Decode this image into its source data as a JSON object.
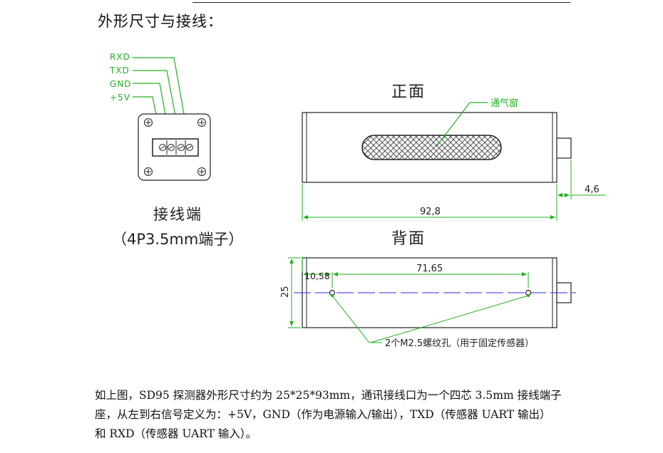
{
  "heading": "外形尺寸与接线：",
  "connector": {
    "pins": [
      "RXD",
      "TXD",
      "GND",
      "+5V"
    ],
    "title": "接线端",
    "subtitle": "（4P3.5mm端子）"
  },
  "front_view": {
    "title": "正面",
    "vent_label": "通气窗",
    "dim_length": "92,8",
    "dim_stub": "4,6"
  },
  "back_view": {
    "title": "背面",
    "dim_offset": "10,58",
    "dim_spacing": "71,65",
    "dim_height": "25",
    "holes_label": "2个M2.5螺纹孔（用于固定传感器）"
  },
  "description": {
    "line1": "如上图，SD95 探测器外形尺寸约为 25*25*93mm，通讯接线口为一个四芯 3.5mm 接线端子",
    "line2": "座，从左到右信号定义为：+5V，GND（作为电源输入/输出），TXD（传感器 UART 输出）",
    "line3": "和 RXD（传感器 UART 输入）。"
  },
  "colors": {
    "leader_green": "#22b022",
    "centerline_blue": "#2a2ae0",
    "hatch": "#555555"
  }
}
